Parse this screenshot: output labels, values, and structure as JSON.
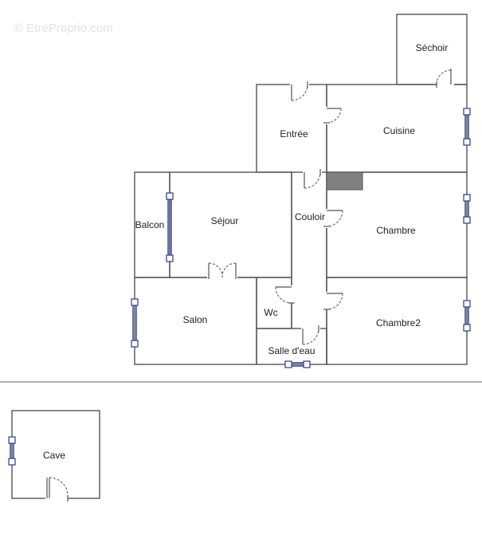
{
  "watermark": "© EtreProprio.com",
  "colors": {
    "wall": "#555555",
    "window": "#2b3a8f",
    "stair": "#808080"
  },
  "rooms": {
    "sechoir": "Séchoir",
    "entree": "Entrée",
    "cuisine": "Cuisine",
    "balcon": "Balcon",
    "sejour": "Séjour",
    "couloir": "Couloir",
    "chambre": "Chambre",
    "wc": "Wc",
    "salon": "Salon",
    "chambre2": "Chambre2",
    "salle_deau": "Salle d'eau",
    "cave": "Cave"
  }
}
